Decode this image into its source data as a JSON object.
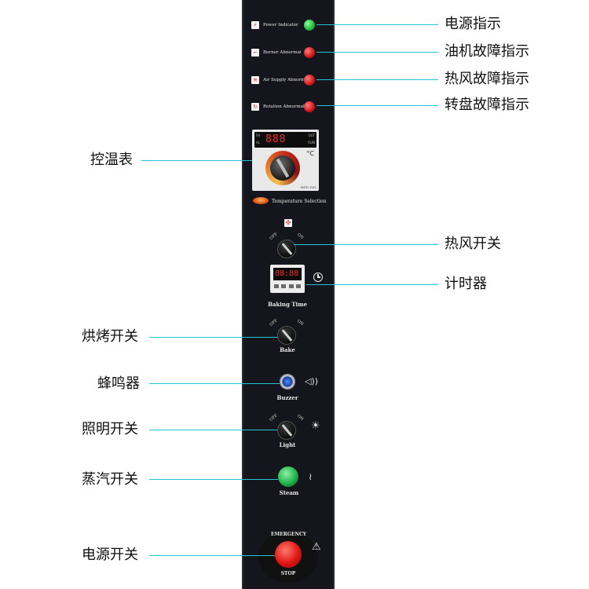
{
  "annotations": {
    "power_indicator": "电源指示",
    "burner_fault": "油机故障指示",
    "hot_air_fault": "热风故障指示",
    "turntable_fault": "转盘故障指示",
    "thermostat": "控温表",
    "hot_air_switch": "热风开关",
    "timer": "计时器",
    "bake_switch": "烘烤开关",
    "buzzer": "蜂鸣器",
    "light_switch": "照明开关",
    "steam_switch": "蒸汽开关",
    "power_switch": "电源开关"
  },
  "panel": {
    "indicators": [
      {
        "label": "Power Indicator",
        "color": "#1fb83a",
        "icon": "lightning-icon"
      },
      {
        "label": "Burner Abnormal",
        "color": "#d01818",
        "icon": "burner-icon"
      },
      {
        "label": "Air Supply Abnormal",
        "color": "#d01818",
        "icon": "air-supply-icon"
      },
      {
        "label": "Rotation Abnormal",
        "color": "#d01818",
        "icon": "rotation-icon"
      }
    ],
    "thermostat": {
      "display": "888",
      "unit": "°C",
      "model": "XMTD-7001",
      "tag_left_1": "SV",
      "tag_left_2": "AL",
      "tag_right_1": "OUT",
      "tag_right_2": "RUN"
    },
    "temperature_selection": "Temperature Selection",
    "hot_air": {
      "off": "OFF",
      "on": "ON",
      "icon": "fan-icon"
    },
    "timer": {
      "display": "88:88",
      "label": "Baking Time",
      "icon": "clock-icon"
    },
    "bake": {
      "off": "OFF",
      "on": "ON",
      "label": "Bake"
    },
    "buzzer": {
      "label": "Buzzer",
      "icon": "speaker-icon"
    },
    "light": {
      "off": "OFF",
      "on": "ON",
      "label": "Light",
      "icon": "lamp-icon"
    },
    "steam": {
      "label": "Steam",
      "color": "#22b34a",
      "icon": "steam-icon"
    },
    "emergency": {
      "top": "EMERGENCY",
      "bottom": "STOP",
      "color": "#e01515",
      "icon": "warning-icon"
    }
  }
}
